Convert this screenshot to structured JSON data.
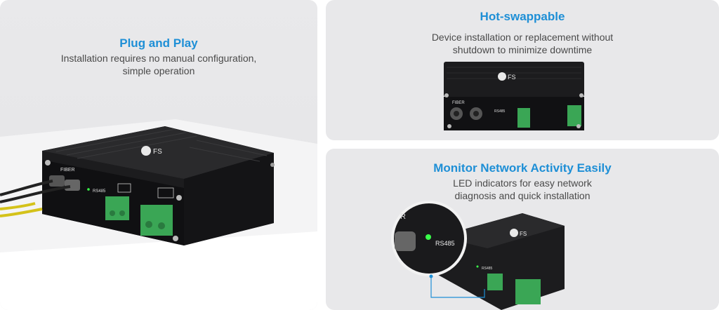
{
  "panels": {
    "left": {
      "title": "Plug and Play",
      "desc_line1": "Installation requires no manual configuration,",
      "desc_line2": "simple operation"
    },
    "top_right": {
      "title": "Hot-swappable",
      "desc_line1": "Device installation or replacement without",
      "desc_line2": "shutdown to minimize downtime"
    },
    "bottom_right": {
      "title": "Monitor Network Activity Easily",
      "desc_line1": "LED indicators for easy network",
      "desc_line2": "diagnosis and quick installation"
    }
  },
  "device": {
    "brand": "FS",
    "fiber_label": "FIBER",
    "port_label": "RS485"
  },
  "colors": {
    "title": "#1e8fd6",
    "text": "#4a4a4a",
    "terminal_green": "#3aa655",
    "led_green": "#39ff4a",
    "device_body": "#1c1c1e"
  }
}
